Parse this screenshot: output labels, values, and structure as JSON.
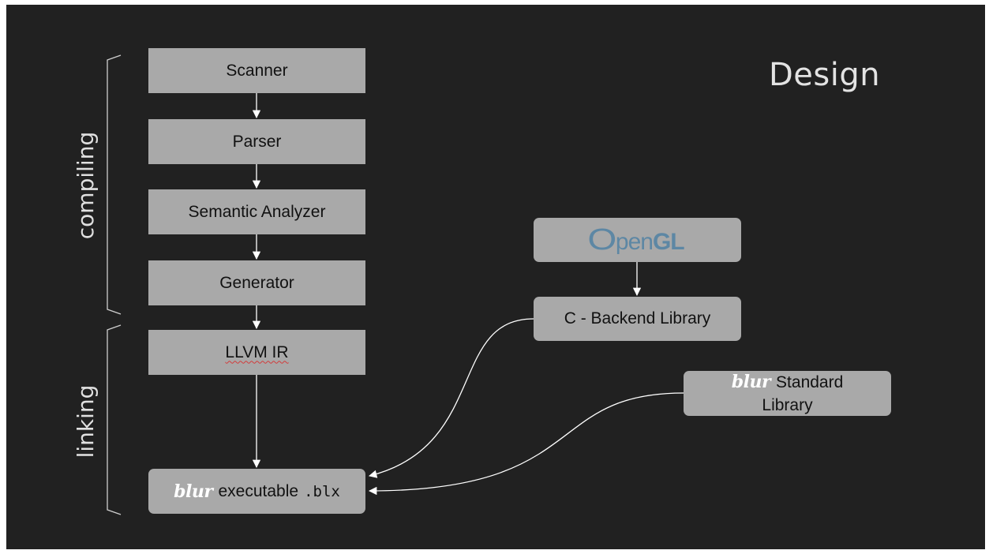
{
  "slide": {
    "title": "Design"
  },
  "brackets": {
    "compiling": "compiling",
    "linking": "linking"
  },
  "pipeline": {
    "scanner": "Scanner",
    "parser": "Parser",
    "semantic_analyzer": "Semantic Analyzer",
    "generator": "Generator",
    "llvm_ir": "LLVM IR",
    "executable": {
      "brand": "blur",
      "label": "executable",
      "extension": ".blx"
    }
  },
  "libraries": {
    "opengl_logo": {
      "o": "O",
      "pen": "pen",
      "gl": "GL"
    },
    "c_backend": "C - Backend Library",
    "standard": {
      "brand": "blur",
      "line1": "Standard",
      "line2": "Library"
    }
  },
  "colors": {
    "background": "#212121",
    "box_fill": "#a9a9a9",
    "lines": "#ffffff",
    "title_text": "#e3e3e3",
    "opengl_blue": "#5d87a4",
    "spellcheck_underline": "#d23b3b"
  }
}
